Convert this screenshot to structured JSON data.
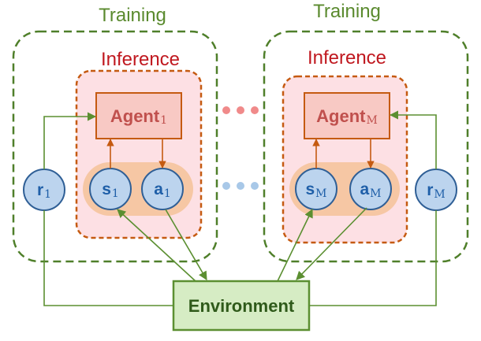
{
  "training_label": "Training",
  "inference_label": "Inference",
  "environment_label": "Environment",
  "left_group": {
    "agent": {
      "name": "Agent",
      "sub": "1"
    },
    "state": {
      "name": "s",
      "sub": "1"
    },
    "action": {
      "name": "a",
      "sub": "1"
    },
    "reward": {
      "name": "r",
      "sub": "1"
    }
  },
  "right_group": {
    "agent": {
      "name": "Agent",
      "sub": "M"
    },
    "state": {
      "name": "s",
      "sub": "M"
    },
    "action": {
      "name": "a",
      "sub": "M"
    },
    "reward": {
      "name": "r",
      "sub": "M"
    }
  },
  "colors": {
    "training_border": "#4f7f2a",
    "inference_border": "#c55a11",
    "inference_fill": "#fde0e4",
    "agent_fill": "#f8c9c4",
    "pair_fill": "#f6c7a4",
    "node_fill": "#bcd4ee",
    "node_border": "#2f5f96",
    "environment_fill": "#d6ecc4",
    "environment_border": "#5b8f31",
    "dot_red": "#f08a8a",
    "dot_blue": "#a8c8e8"
  }
}
